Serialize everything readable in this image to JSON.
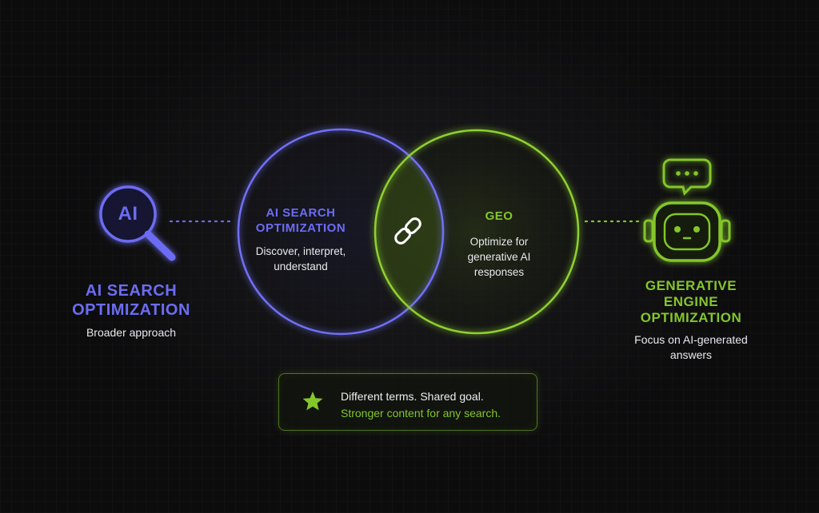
{
  "left": {
    "icon_text": "AI",
    "title_line1": "AI SEARCH",
    "title_line2": "OPTIMIZATION",
    "subtitle": "Broader approach"
  },
  "blue_circle": {
    "title_line1": "AI SEARCH",
    "title_line2": "OPTIMIZATION",
    "description": "Discover, interpret, understand"
  },
  "green_circle": {
    "title": "GEO",
    "description": "Optimize for generative AI responses"
  },
  "right": {
    "title": "GENERATIVE ENGINE OPTIMIZATION",
    "subtitle": "Focus on AI-generated answers"
  },
  "note": {
    "line1": "Different terms. Shared goal.",
    "line2": "Stronger content for any search."
  },
  "colors": {
    "blue_accent": "#6c6cf2",
    "green_accent": "#84c62b",
    "background": "#0c0c0d"
  },
  "icons": {
    "left": "magnifier-ai-icon",
    "center": "link-icon",
    "right": "robot-icon",
    "note": "star-icon"
  }
}
